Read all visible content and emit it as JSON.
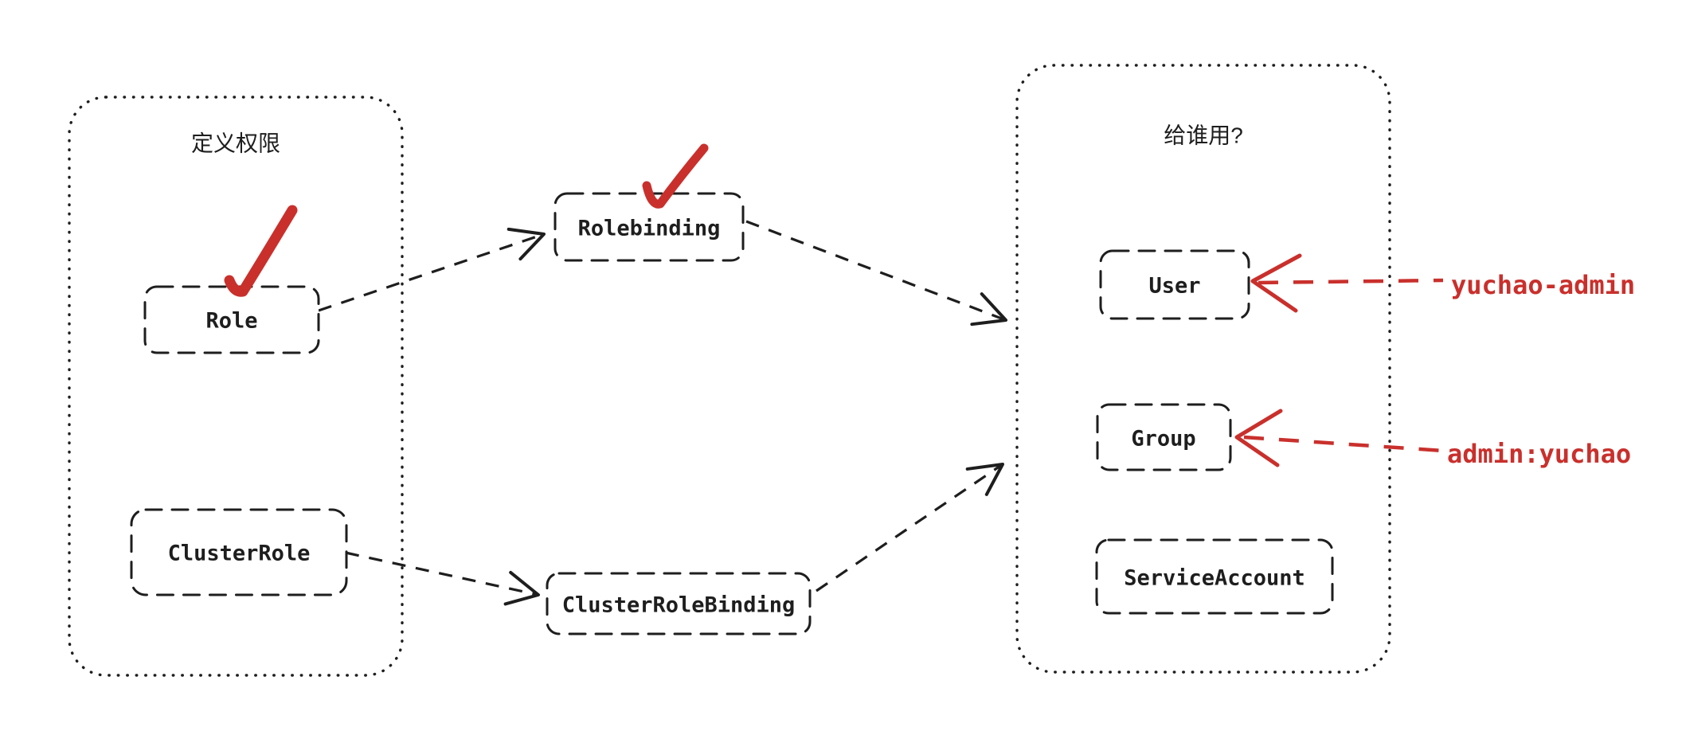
{
  "diagram": {
    "background": "#ffffff",
    "colors": {
      "ink": "#1e1e1e",
      "accent_red": "#c9302c"
    }
  },
  "groups": [
    {
      "id": "define-permissions",
      "title": "定义权限"
    },
    {
      "id": "who-uses",
      "title": "给谁用?"
    }
  ],
  "nodes": [
    {
      "id": "role",
      "label": "Role"
    },
    {
      "id": "cluster-role",
      "label": "ClusterRole"
    },
    {
      "id": "rolebinding",
      "label": "Rolebinding"
    },
    {
      "id": "cluster-role-binding",
      "label": "ClusterRoleBinding"
    },
    {
      "id": "user",
      "label": "User"
    },
    {
      "id": "group",
      "label": "Group"
    },
    {
      "id": "service-account",
      "label": "ServiceAccount"
    }
  ],
  "annotations": [
    {
      "id": "user-annotation",
      "text": "yuchao-admin",
      "color": "#c9302c",
      "points_to": "User"
    },
    {
      "id": "group-annotation",
      "text": "admin:yuchao",
      "color": "#c9302c",
      "points_to": "Group"
    }
  ],
  "connections": [
    {
      "from": "Role",
      "to": "Rolebinding",
      "style": "dashed-black-arrow"
    },
    {
      "from": "Rolebinding",
      "to": "给谁用? group",
      "style": "dashed-black-arrow"
    },
    {
      "from": "ClusterRole",
      "to": "ClusterRoleBinding",
      "style": "dashed-black-arrow"
    },
    {
      "from": "ClusterRoleBinding",
      "to": "给谁用? group",
      "style": "dashed-black-arrow"
    }
  ],
  "checkmarks": [
    {
      "on": "Role",
      "color": "#c9302c"
    },
    {
      "on": "Rolebinding",
      "color": "#c9302c"
    }
  ]
}
